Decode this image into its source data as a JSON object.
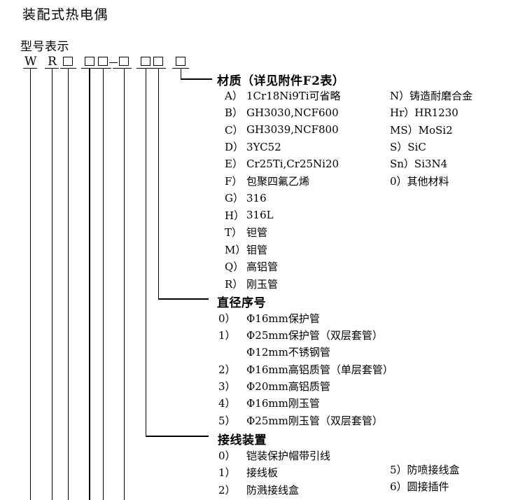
{
  "page": {
    "title": "装配式热电偶",
    "model_heading": "型号表示"
  },
  "model_code": {
    "prefix_chars": [
      "W",
      "R"
    ],
    "separator": "-"
  },
  "material": {
    "heading": "材质（详见附件F2表）",
    "items_left": [
      {
        "code": "A）",
        "label": "1Cr18Ni9Ti可省略"
      },
      {
        "code": "B）",
        "label": "GH3030,NCF600"
      },
      {
        "code": "C）",
        "label": "GH3039,NCF800"
      },
      {
        "code": "D）",
        "label": "3YC52"
      },
      {
        "code": "E）",
        "label": "Cr25Ti,Cr25Ni20"
      },
      {
        "code": "F）",
        "label": "包聚四氟乙烯"
      },
      {
        "code": "G）",
        "label": "316"
      },
      {
        "code": "H）",
        "label": "316L"
      },
      {
        "code": "T）",
        "label": "钽管"
      },
      {
        "code": "M）",
        "label": "钼管"
      },
      {
        "code": "Q）",
        "label": "高铝管"
      },
      {
        "code": "R）",
        "label": "刚玉管"
      }
    ],
    "items_right": [
      "N）铸造耐磨合金",
      "Hr）HR1230",
      "MS）MoSi2",
      "S）SiC",
      "Sn）Si3N4",
      "0）其他材料"
    ]
  },
  "diameter": {
    "heading": "直径序号",
    "items": [
      {
        "code": "0）",
        "label": "Φ16mm保护管"
      },
      {
        "code": "1）",
        "label": "Φ25mm保护管（双层套管）"
      },
      {
        "code": "",
        "label": "Φ12mm不锈钢管"
      },
      {
        "code": "2）",
        "label": "Φ16mm高铝质管（单层套管）"
      },
      {
        "code": "3）",
        "label": "Φ20mm高铝质管"
      },
      {
        "code": "4）",
        "label": "Φ16mm刚玉管"
      },
      {
        "code": "5）",
        "label": "Φ25mm刚玉管（双层套管）"
      }
    ]
  },
  "wiring": {
    "heading": "接线装置",
    "items_left": [
      {
        "code": "0）",
        "label": "铠装保护帽带引线"
      },
      {
        "code": "1）",
        "label": "接线板"
      },
      {
        "code": "2）",
        "label": "防溅接线盒"
      }
    ],
    "items_right": [
      "5）防喷接线盒",
      "6）圆接插件"
    ]
  }
}
